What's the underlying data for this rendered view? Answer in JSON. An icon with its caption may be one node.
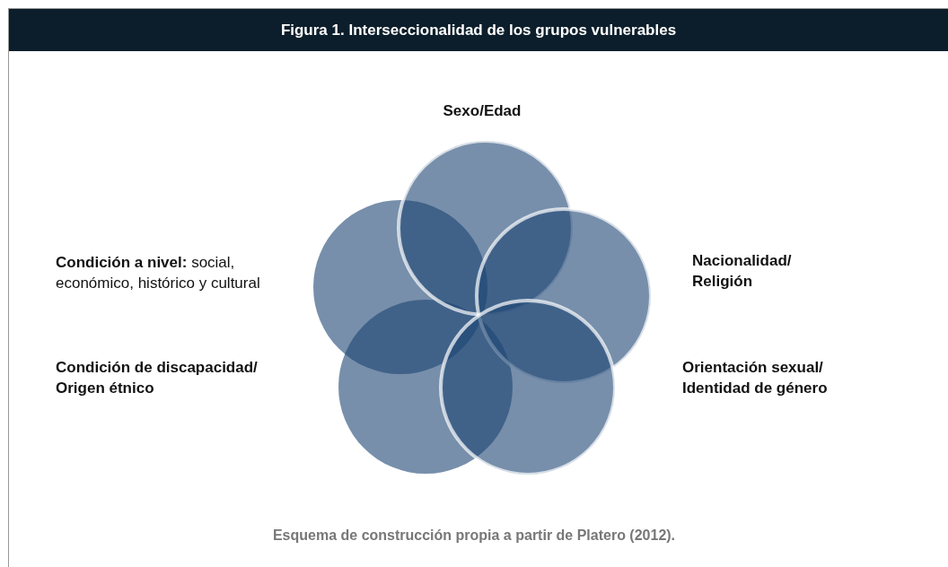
{
  "diagram": {
    "title": "Figura 1. Interseccionalidad de los grupos vulnerables",
    "nodes": [
      {
        "text": [
          "Sexo/Edad"
        ]
      },
      {
        "text": [
          "**Condición a nivel:** social, económico, histórico y cultural"
        ]
      },
      {
        "text": [
          "Nacionalidad/ Religión"
        ]
      },
      {
        "text": [
          "Condición de discapacidad/ Origen étnico"
        ]
      },
      {
        "text": [
          "Orientación sexual/ Identidad de género"
        ]
      }
    ],
    "caption": "Esquema de construcción propia a partir de Platero (2012)."
  }
}
